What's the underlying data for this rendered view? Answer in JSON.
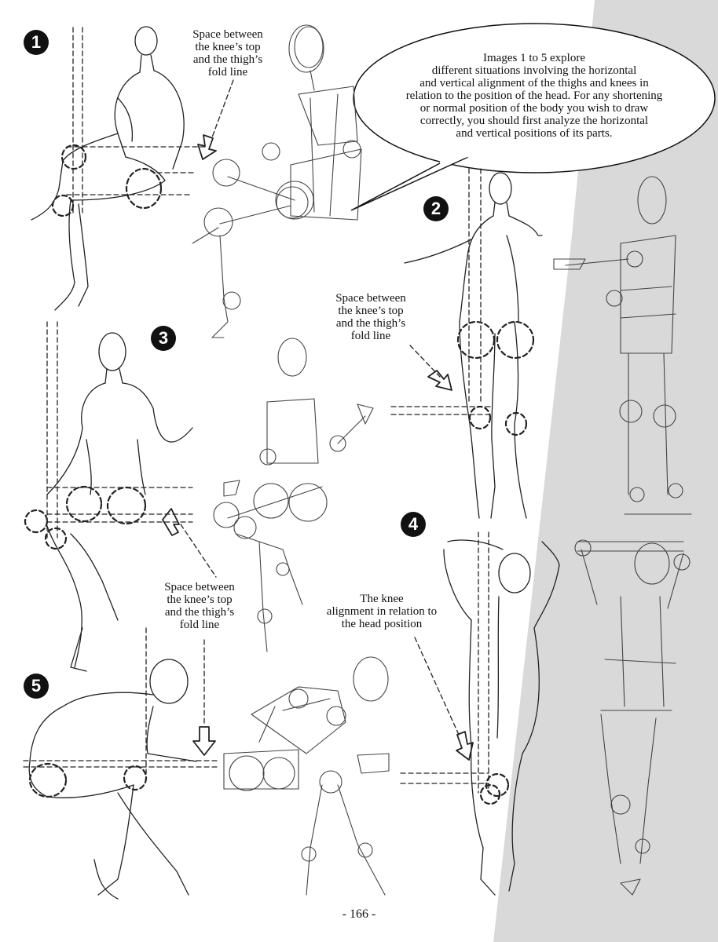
{
  "bubble": {
    "text": "Images 1 to 5 explore\ndifferent situations involving the horizontal\nand vertical alignment of the thighs and knees in\nrelation to the position of the head. For any shortening\nor normal position of the body you wish to draw\ncorrectly, you should first analyze the horizontal\nand vertical positions of its parts."
  },
  "figures": [
    {
      "number": "1"
    },
    {
      "number": "2"
    },
    {
      "number": "3"
    },
    {
      "number": "4"
    },
    {
      "number": "5"
    }
  ],
  "annotations": {
    "fig1": "Space between\nthe knee’s top\nand the thigh’s\nfold line",
    "fig2": "Space between\nthe knee’s top\nand the thigh’s\nfold line",
    "fig3": "Space between\nthe knee’s top\nand the thigh’s\nfold line",
    "fig4": "The knee\nalignment in relation to\nthe head position"
  },
  "page_number": "- 166 -",
  "colors": {
    "ink": "#111111",
    "band": "#d8d8d8",
    "paper": "#ffffff"
  }
}
